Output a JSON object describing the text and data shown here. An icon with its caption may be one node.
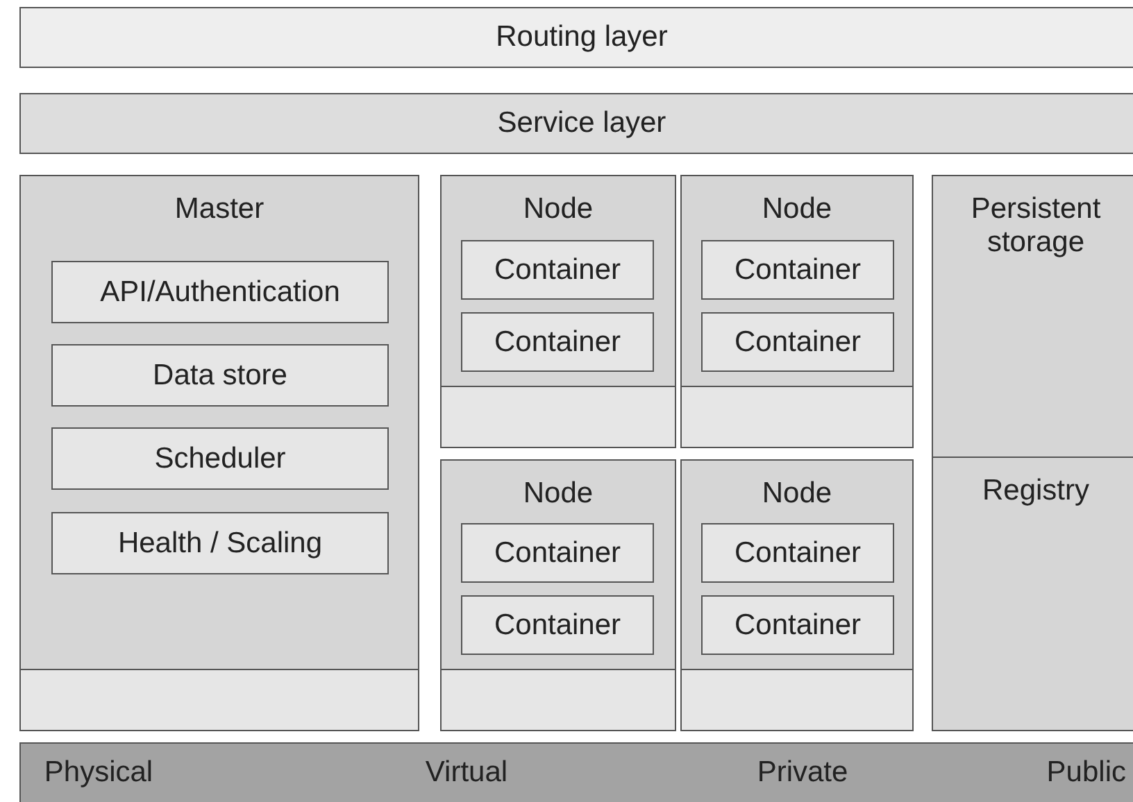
{
  "diagram": {
    "nodes": [
      {
        "text": [
          "Routing layer"
        ]
      },
      {
        "text": [
          "Service layer"
        ]
      },
      {
        "text": [
          "Master"
        ]
      },
      {
        "text": [
          "API/Authentication"
        ],
        "in": 2
      },
      {
        "text": [
          "Data store"
        ],
        "in": 2
      },
      {
        "text": [
          "Scheduler"
        ],
        "in": 2
      },
      {
        "text": [
          "Health / Scaling"
        ],
        "in": 2
      },
      {
        "text": [],
        "shape": "box",
        "in": 2
      },
      {
        "text": [
          "Node"
        ]
      },
      {
        "text": [
          "Container"
        ],
        "in": 8
      },
      {
        "text": [
          "Container"
        ],
        "in": 8
      },
      {
        "text": [],
        "shape": "box",
        "in": 8
      },
      {
        "text": [
          "Node"
        ]
      },
      {
        "text": [
          "Container"
        ],
        "in": 12
      },
      {
        "text": [
          "Container"
        ],
        "in": 12
      },
      {
        "text": [],
        "shape": "box",
        "in": 12
      },
      {
        "text": [
          "Persistent storage"
        ]
      },
      {
        "text": [
          "Node"
        ]
      },
      {
        "text": [
          "Container"
        ],
        "in": 17
      },
      {
        "text": [
          "Container"
        ],
        "in": 17
      },
      {
        "text": [],
        "shape": "box",
        "in": 17
      },
      {
        "text": [
          "Node"
        ]
      },
      {
        "text": [
          "Container"
        ],
        "in": 21
      },
      {
        "text": [
          "Container"
        ],
        "in": 21
      },
      {
        "text": [],
        "shape": "box",
        "in": 21
      },
      {
        "text": [
          "Registry"
        ]
      },
      {
        "text": [
          "Physical",
          "Virtual",
          "Private",
          "Public"
        ]
      }
    ]
  }
}
